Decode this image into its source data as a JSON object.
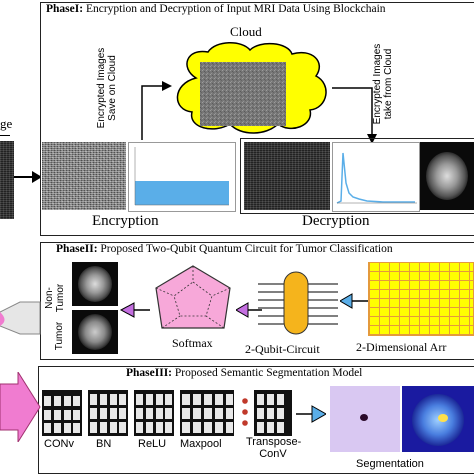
{
  "left_partial": {
    "label_fragment": "ge"
  },
  "phase1": {
    "title_bold": "PhaseI:",
    "title_rest": " Encryption and Decryption of Input MRI Data Using Blockchain",
    "cloud_label": "Cloud",
    "upload_label": "Encrypted Images Save on Cloud",
    "download_label": "Encrypted Images take from Cloud",
    "encryption_label": "Encryption",
    "decryption_label": "Decryption",
    "accent_cloud": "#ffff00",
    "accent_hist": "#5aaee8"
  },
  "phase2": {
    "title_bold": "PhaseII:",
    "title_rest": " Proposed Two-Qubit Quantum Circuit for Tumor Classification",
    "non_tumor_label": "Non-Tumor",
    "tumor_label": "Tumor",
    "softmax_label": "Softmax",
    "circuit_label": "2-Qubit-Circuit",
    "array_label": "2-Dimensional Arr",
    "softmax_color": "#f7a8d9",
    "circuit_color": "#f5b41c",
    "array_color": "#ffff00",
    "arrow_color": "#c46fe0"
  },
  "phase3": {
    "title_bold": "PhaseIII:",
    "title_rest": " Proposed Semantic Segmentation Model",
    "layers": [
      "CONv",
      "BN",
      "ReLU",
      "Maxpool",
      "Transpose-ConV"
    ],
    "segmentation_label": "Segmentation",
    "left_arrow_color": "#f07cd0",
    "dots_color": "#c0392b"
  }
}
